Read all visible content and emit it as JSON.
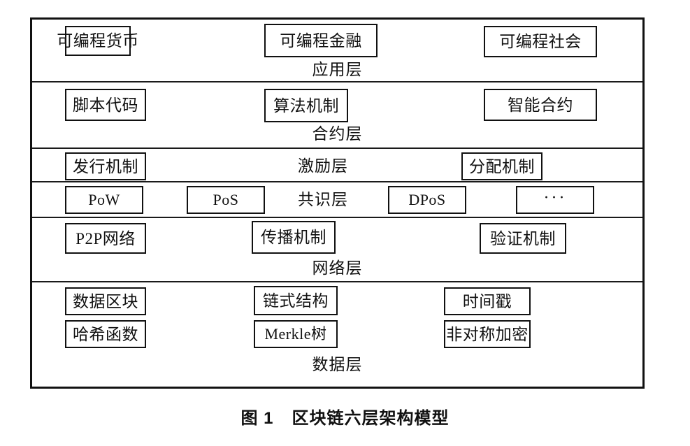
{
  "figure": {
    "caption_label": "图 1",
    "caption_title": "区块链六层架构模型"
  },
  "diagram": {
    "type": "layered-architecture",
    "layer_count": 6,
    "layers": [
      {
        "id": "application",
        "name": "应用层",
        "label_position": "below-center",
        "nodes": [
          "可编程货币",
          "可编程金融",
          "可编程社会"
        ]
      },
      {
        "id": "contract",
        "name": "合约层",
        "label_position": "below-center",
        "nodes": [
          "脚本代码",
          "算法机制",
          "智能合约"
        ]
      },
      {
        "id": "incentive",
        "name": "激励层",
        "label_position": "inline-center",
        "nodes": [
          "发行机制",
          "分配机制"
        ]
      },
      {
        "id": "consensus",
        "name": "共识层",
        "label_position": "inline-center",
        "nodes": [
          "PoW",
          "PoS",
          "DPoS",
          "···"
        ]
      },
      {
        "id": "network",
        "name": "网络层",
        "label_position": "below-center",
        "nodes": [
          "P2P网络",
          "传播机制",
          "验证机制"
        ]
      },
      {
        "id": "data",
        "name": "数据层",
        "label_position": "below-center",
        "nodes": [
          "数据区块",
          "链式结构",
          "时间戳",
          "哈希函数",
          "Merkle树",
          "非对称加密"
        ]
      }
    ]
  },
  "colors": {
    "frame": "#111111",
    "box_border": "#111111",
    "separator": "#1a1a1a",
    "background": "#ffffff",
    "text": "#111111"
  }
}
